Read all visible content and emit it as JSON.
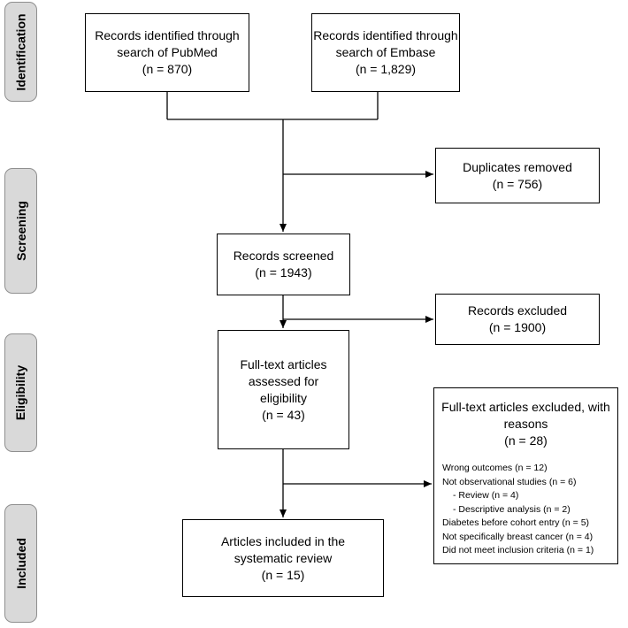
{
  "phases": [
    "Identification",
    "Screening",
    "Eligibility",
    "Included"
  ],
  "boxes": {
    "pubmed": [
      "Records identified through",
      "search of PubMed",
      "(n = 870)"
    ],
    "embase": [
      "Records identified through",
      "search of Embase",
      "(n = 1,829)"
    ],
    "duplicates": [
      "Duplicates removed",
      "(n = 756)"
    ],
    "screened": [
      "Records screened",
      "(n = 1943)"
    ],
    "excluded": [
      "Records excluded",
      "(n = 1900)"
    ],
    "fulltext": [
      "Full-text articles",
      "assessed for",
      "eligibility",
      "(n = 43)"
    ],
    "included": [
      "Articles included in the",
      "systematic review",
      "(n = 15)"
    ]
  },
  "fulltext_excluded": {
    "header": [
      "Full-text articles excluded, with",
      "reasons",
      "(n = 28)"
    ],
    "reasons": [
      "Wrong outcomes (n = 12)",
      "Not observational studies (n = 6)",
      "- Review (n = 4)",
      "- Descriptive analysis (n = 2)",
      "Diabetes before cohort entry (n = 5)",
      "Not specifically breast cancer (n = 4)",
      "Did not meet inclusion criteria (n = 1)"
    ]
  }
}
